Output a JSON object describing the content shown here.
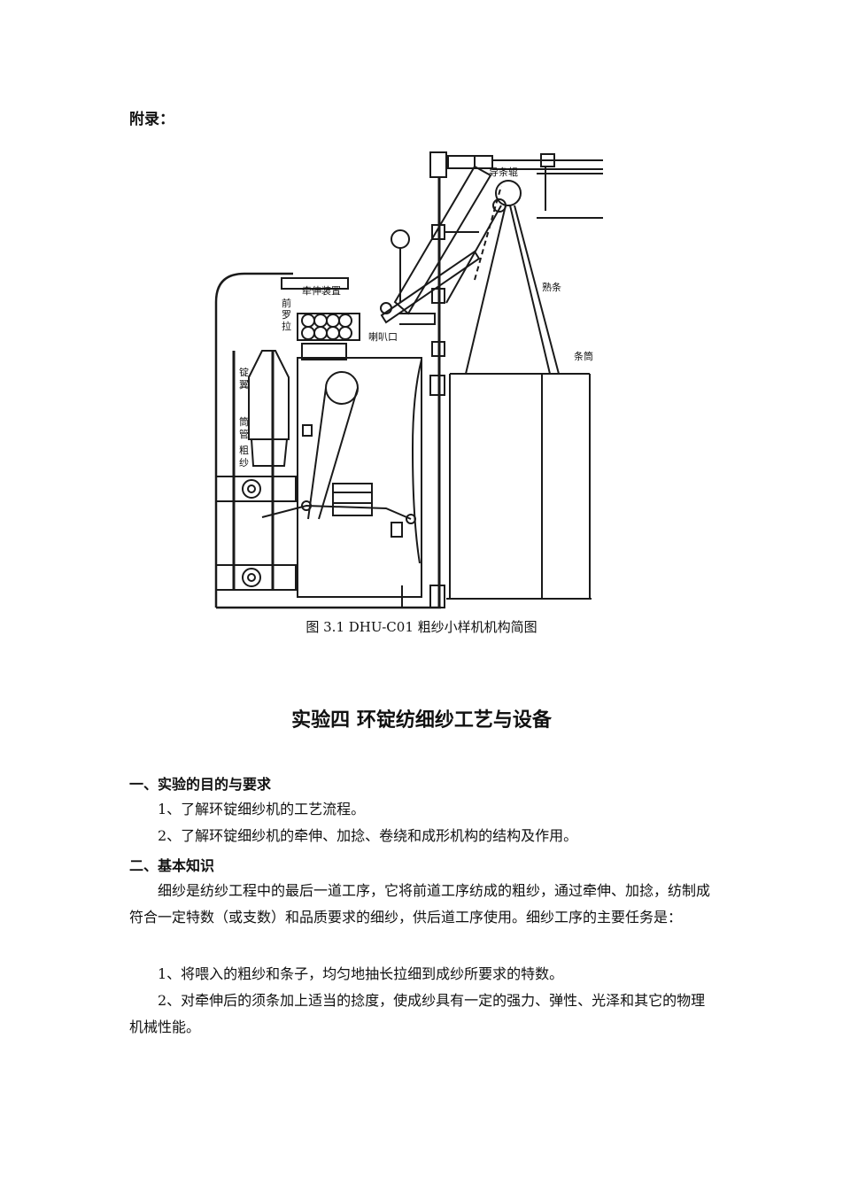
{
  "appendix_label": "附录：",
  "figure": {
    "caption": "图 3.1 DHU-C01 粗纱小样机机构简图",
    "labels": {
      "guide_roller": "导条辊",
      "drafting_device": "牵伸装置",
      "front_roller_1": "前",
      "front_roller_2": "罗",
      "front_roller_3": "拉",
      "trumpet": "喇叭口",
      "sliver": "熟条",
      "can": "条筒",
      "flyer_1": "锭",
      "flyer_2": "翼",
      "bobbin_1": "筒",
      "bobbin_2": "管",
      "roving_1": "粗",
      "roving_2": "纱"
    }
  },
  "chapter_title": "实验四  环锭纺细纱工艺与设备",
  "sections": [
    {
      "heading": "一、实验的目的与要求",
      "paragraphs": [
        "1、了解环锭细纱机的工艺流程。",
        "2、了解环锭细纱机的牵伸、加捻、卷绕和成形机构的结构及作用。"
      ]
    },
    {
      "heading": "二、基本知识",
      "paragraphs": [
        "细纱是纺纱工程中的最后一道工序，它将前道工序纺成的粗纱，通过牵伸、加捻，纺制成符合一定特数（或支数）和品质要求的细纱，供后道工序使用。细纱工序的主要任务是：",
        "1、将喂入的粗纱和条子，均匀地抽长拉细到成纱所要求的特数。",
        "2、对牵伸后的须条加上适当的捻度，使成纱具有一定的强力、弹性、光泽和其它的物理机械性能。"
      ]
    }
  ]
}
